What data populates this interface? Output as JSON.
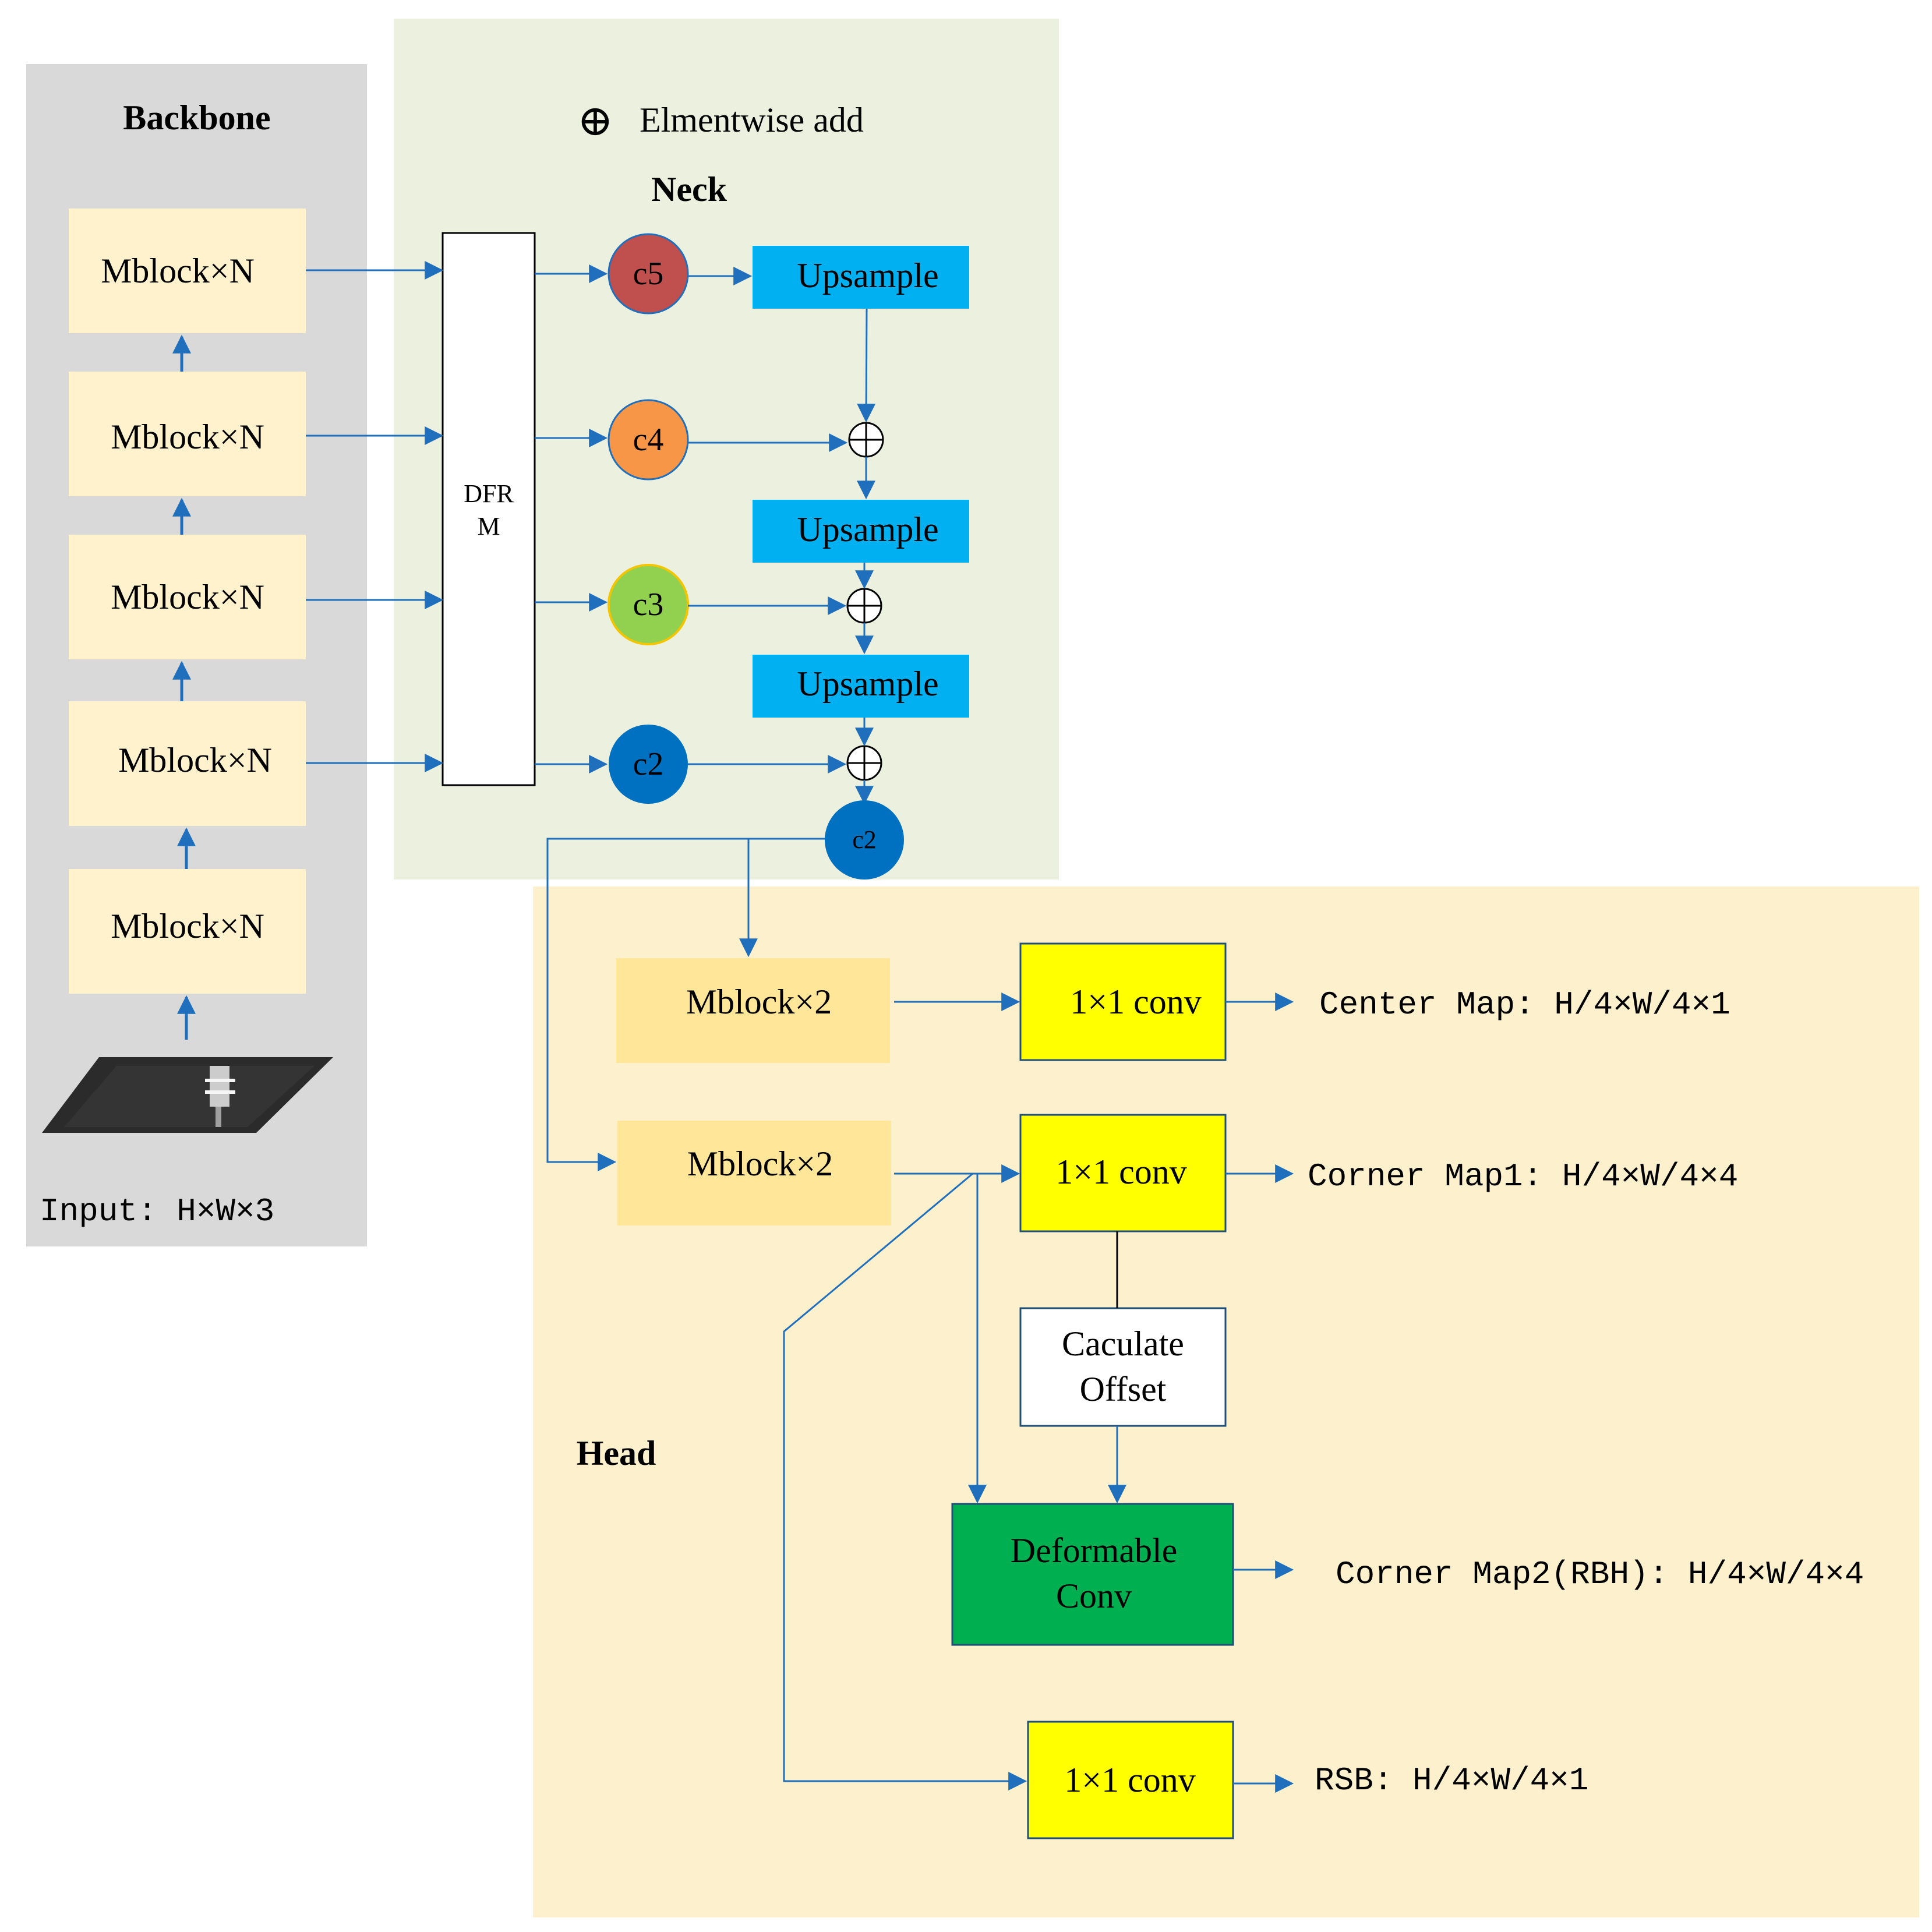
{
  "colors": {
    "backbone_bg": "#d9d9d9",
    "neck_bg": "#ebf1de",
    "head_bg": "#fdf0cc",
    "mblock": "#fff2cc",
    "mblock_head": "#ffe699",
    "upsample": "#00b0f0",
    "conv": "#ffff00",
    "deform": "#00b050",
    "arrow": "#1f6fbd",
    "c5": "#c0504d",
    "c4": "#f79646",
    "c3": "#92d050",
    "c2": "#0070c0",
    "c3_border": "#f2c500"
  },
  "legend": {
    "symbol": "⊕",
    "text": "Elmentwise add"
  },
  "backbone": {
    "title": "Backbone",
    "blocks": [
      "Mblock×N",
      "Mblock×N",
      "Mblock×N",
      "Mblock×N",
      "Mblock×N"
    ],
    "input_label": "Input: H×W×3"
  },
  "neck": {
    "title": "Neck",
    "dfrm": [
      "DFR",
      "M"
    ],
    "circles": [
      "c5",
      "c4",
      "c3",
      "c2"
    ],
    "output_circle": "c2",
    "upsample": [
      "Upsample",
      "Upsample",
      "Upsample"
    ]
  },
  "head": {
    "title": "Head",
    "mblocks": [
      "Mblock×2",
      "Mblock×2"
    ],
    "conv1": "1×1 conv",
    "conv2": "1×1 conv",
    "conv3": "1×1 conv",
    "offset": [
      "Caculate",
      "Offset"
    ],
    "deform": [
      "Deformable",
      "Conv"
    ],
    "outputs": {
      "center": "Center Map: H/4×W/4×1",
      "corner1": "Corner Map1: H/4×W/4×4",
      "corner2": "Corner Map2(RBH): H/4×W/4×4",
      "rsb": "RSB: H/4×W/4×1"
    }
  }
}
